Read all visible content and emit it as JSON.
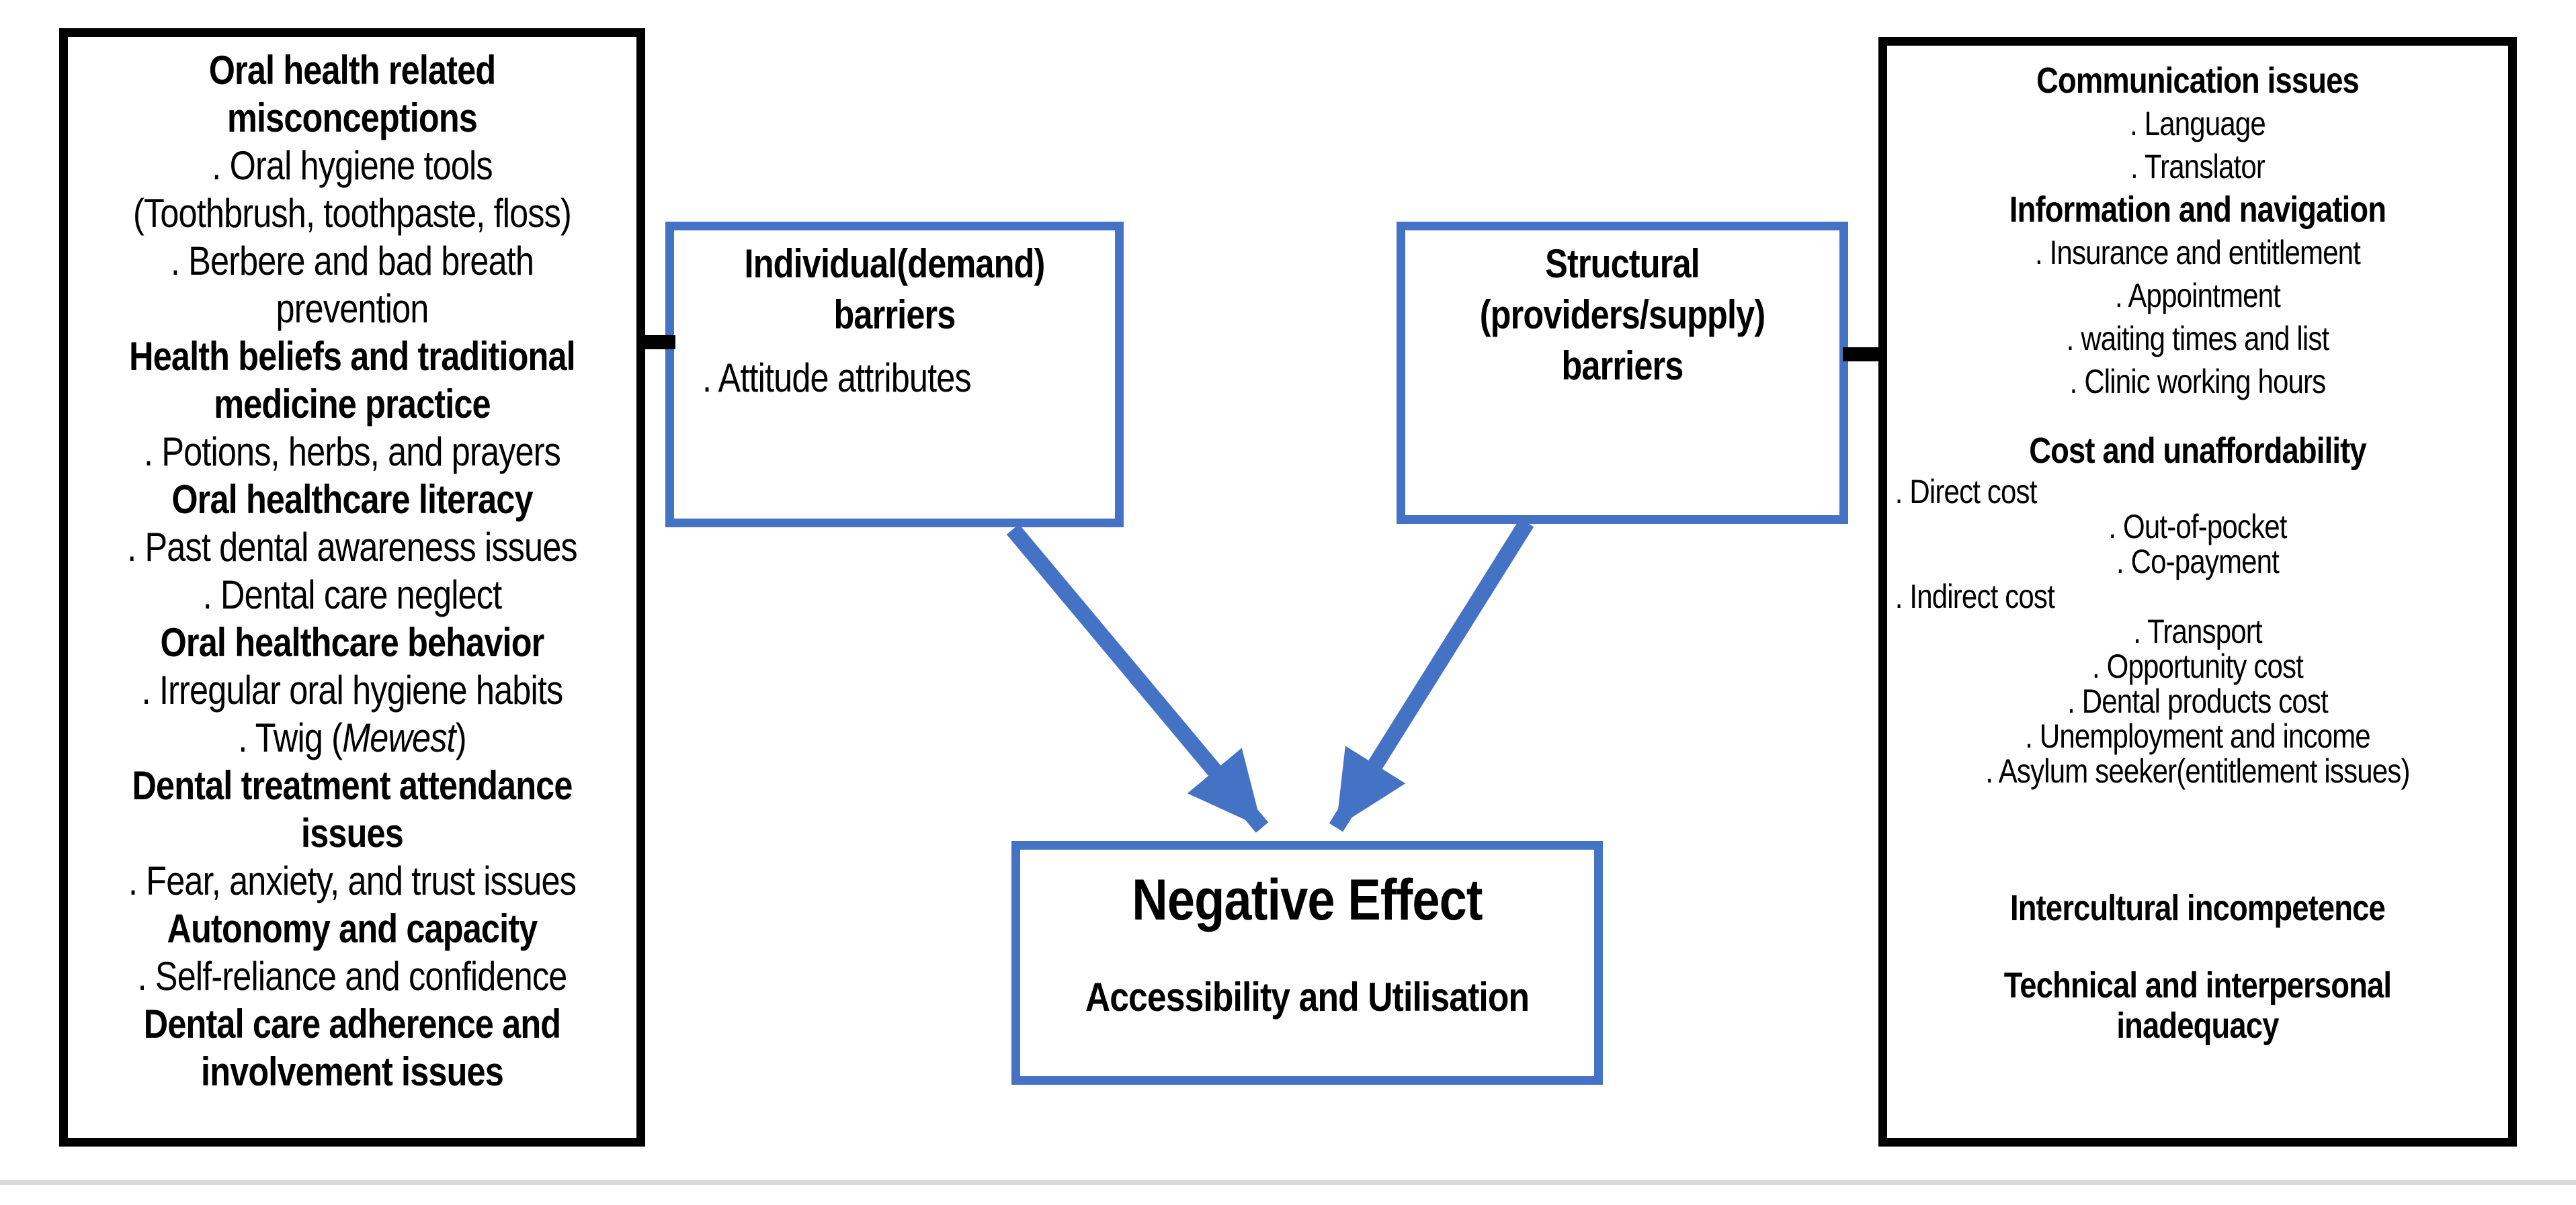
{
  "colors": {
    "accent_blue": "#4472C4",
    "ink_black": "#000000",
    "divider_gray": "#d9d9d9",
    "background": "#ffffff"
  },
  "left_box": {
    "lines": [
      {
        "t": "Oral health related",
        "b": true
      },
      {
        "t": "misconceptions",
        "b": true
      },
      {
        "t": ". Oral hygiene tools"
      },
      {
        "t": "(Toothbrush, toothpaste, floss)"
      },
      {
        "t": ". Berbere and bad breath"
      },
      {
        "t": "prevention"
      },
      {
        "t": "Health beliefs and traditional",
        "b": true
      },
      {
        "t": "medicine practice",
        "b": true
      },
      {
        "t": ". Potions, herbs, and prayers"
      },
      {
        "t": "Oral healthcare literacy",
        "b": true
      },
      {
        "t": ". Past dental awareness issues"
      },
      {
        "t": ". Dental care neglect"
      },
      {
        "t": "Oral healthcare behavior",
        "b": true
      },
      {
        "t": ". Irregular oral hygiene habits"
      },
      {
        "pre": ". Twig (",
        "it": "Mewest",
        "post": ")"
      },
      {
        "t": "Dental treatment attendance",
        "b": true
      },
      {
        "t": "issues",
        "b": true
      },
      {
        "t": ". Fear, anxiety, and trust issues"
      },
      {
        "t": "Autonomy and capacity",
        "b": true
      },
      {
        "t": ". Self-reliance and confidence"
      },
      {
        "t": "Dental care adherence and",
        "b": true
      },
      {
        "t": "involvement issues",
        "b": true
      }
    ]
  },
  "individual_box": {
    "lines": [
      {
        "t": "Individual(demand)",
        "b": true
      },
      {
        "t": "barriers",
        "b": true
      },
      {
        "t": ". Attitude attributes",
        "align": "left"
      }
    ]
  },
  "structural_box": {
    "lines": [
      {
        "t": "Structural",
        "b": true
      },
      {
        "t": "(providers/supply)",
        "b": true
      },
      {
        "t": "barriers",
        "b": true
      }
    ]
  },
  "right_box": {
    "sections": {
      "top": [
        {
          "t": "Communication issues",
          "b": true
        },
        {
          "t": ". Language"
        },
        {
          "t": ". Translator"
        },
        {
          "t": "Information and navigation",
          "b": true
        },
        {
          "t": ". Insurance and entitlement"
        },
        {
          "t": ". Appointment"
        },
        {
          "t": ". waiting times and list"
        },
        {
          "t": ". Clinic working hours"
        }
      ],
      "cost": [
        {
          "t": "Cost and unaffordability",
          "b": true,
          "cls": "hdr"
        },
        {
          "t": ". Direct cost",
          "align": "left"
        },
        {
          "t": ". Out-of-pocket"
        },
        {
          "t": ". Co-payment"
        },
        {
          "t": ". Indirect cost",
          "align": "left"
        },
        {
          "t": ". Transport"
        },
        {
          "t": ". Opportunity cost"
        },
        {
          "t": ". Dental products cost"
        },
        {
          "t": ". Unemployment and income"
        },
        {
          "t": ". Asylum seeker(entitlement issues)"
        }
      ],
      "bottom": [
        {
          "t": "Intercultural incompetence",
          "b": true,
          "cls": "gap-lg"
        },
        {
          "t": "Technical and interpersonal",
          "b": true,
          "cls": "gap"
        },
        {
          "t": "inadequacy",
          "b": true
        }
      ]
    }
  },
  "outcome_box": {
    "title": "Negative Effect",
    "subtitle": "Accessibility and Utilisation"
  }
}
